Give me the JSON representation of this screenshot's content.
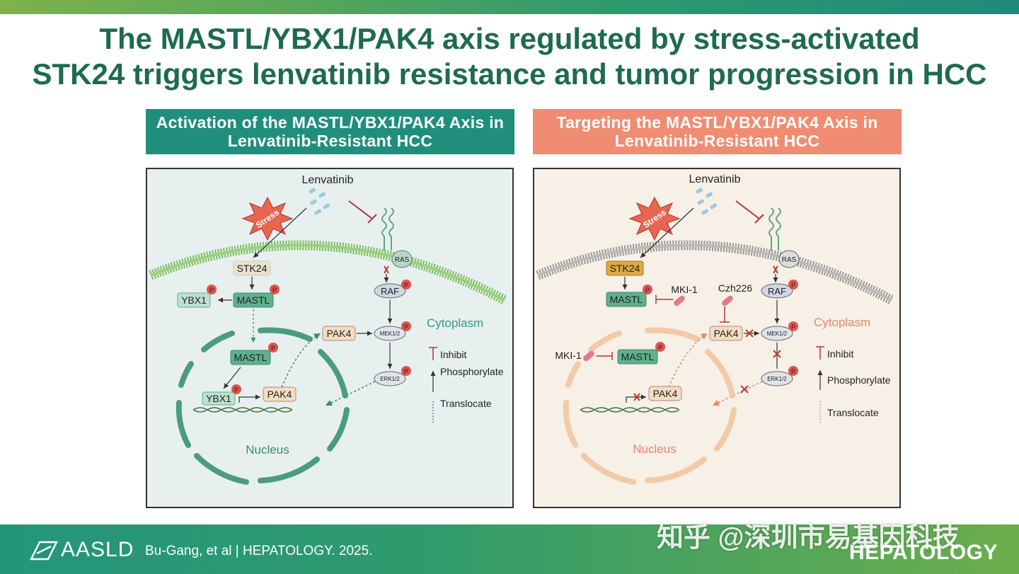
{
  "title": {
    "line1": "The MASTL/YBX1/PAK4 axis regulated by stress-activated",
    "line2": "STK24 triggers lenvatinib resistance and tumor progression in HCC"
  },
  "left_panel": {
    "header_line1": "Activation of the MASTL/YBX1/PAK4 Axis in",
    "header_line2": "Lenvatinib-Resistant HCC",
    "drug": "Lenvatinib",
    "stress": "Stress",
    "stk24": "STK24",
    "mastl": "MASTL",
    "ybx1": "YBX1",
    "mastl_nuc": "MASTL",
    "ybx1_nuc": "YBX1",
    "pak4_nuc": "PAK4",
    "pak4": "PAK4",
    "ras": "RAS",
    "raf": "RAF",
    "mek": "MEK1/2",
    "erk": "ERK1/2",
    "p": "P",
    "cytoplasm": "Cytoplasm",
    "nucleus": "Nucleus",
    "legend_inhibit": "Inhibit",
    "legend_phos": "Phosphorylate",
    "legend_trans": "Translocate"
  },
  "right_panel": {
    "header_line1": "Targeting the MASTL/YBX1/PAK4 Axis in",
    "header_line2": "Lenvatinib-Resistant HCC",
    "drug": "Lenvatinib",
    "stress": "Stress",
    "stk24": "STK24",
    "mastl": "MASTL",
    "mki1": "MKI-1",
    "czh226": "Czh226",
    "mki1_nuc": "MKI-1",
    "mastl_nuc": "MASTL",
    "pak4_nuc": "PAK4",
    "pak4": "PAK4",
    "ras": "RAS",
    "raf": "RAF",
    "mek": "MEK1/2",
    "erk": "ERK1/2",
    "p": "P",
    "cytoplasm": "Cytoplasm",
    "nucleus": "Nucleus",
    "legend_inhibit": "Inhibit",
    "legend_phos": "Phosphorylate",
    "legend_trans": "Translocate"
  },
  "footer": {
    "logo": "AASLD",
    "citation": "Bu-Gang, et al  |  HEPATOLOGY. 2025.",
    "watermark": "知乎 @深圳市易基因科技",
    "journal": "HEPATOLOGY"
  },
  "colors": {
    "green_dark": "#1e6b4f",
    "teal": "#1f8f7c",
    "salmon": "#f08c72",
    "node_green": "#5fb08e",
    "node_tan": "#e6cfa9",
    "stress_red": "#e8664f",
    "p_red": "#e0534e"
  }
}
